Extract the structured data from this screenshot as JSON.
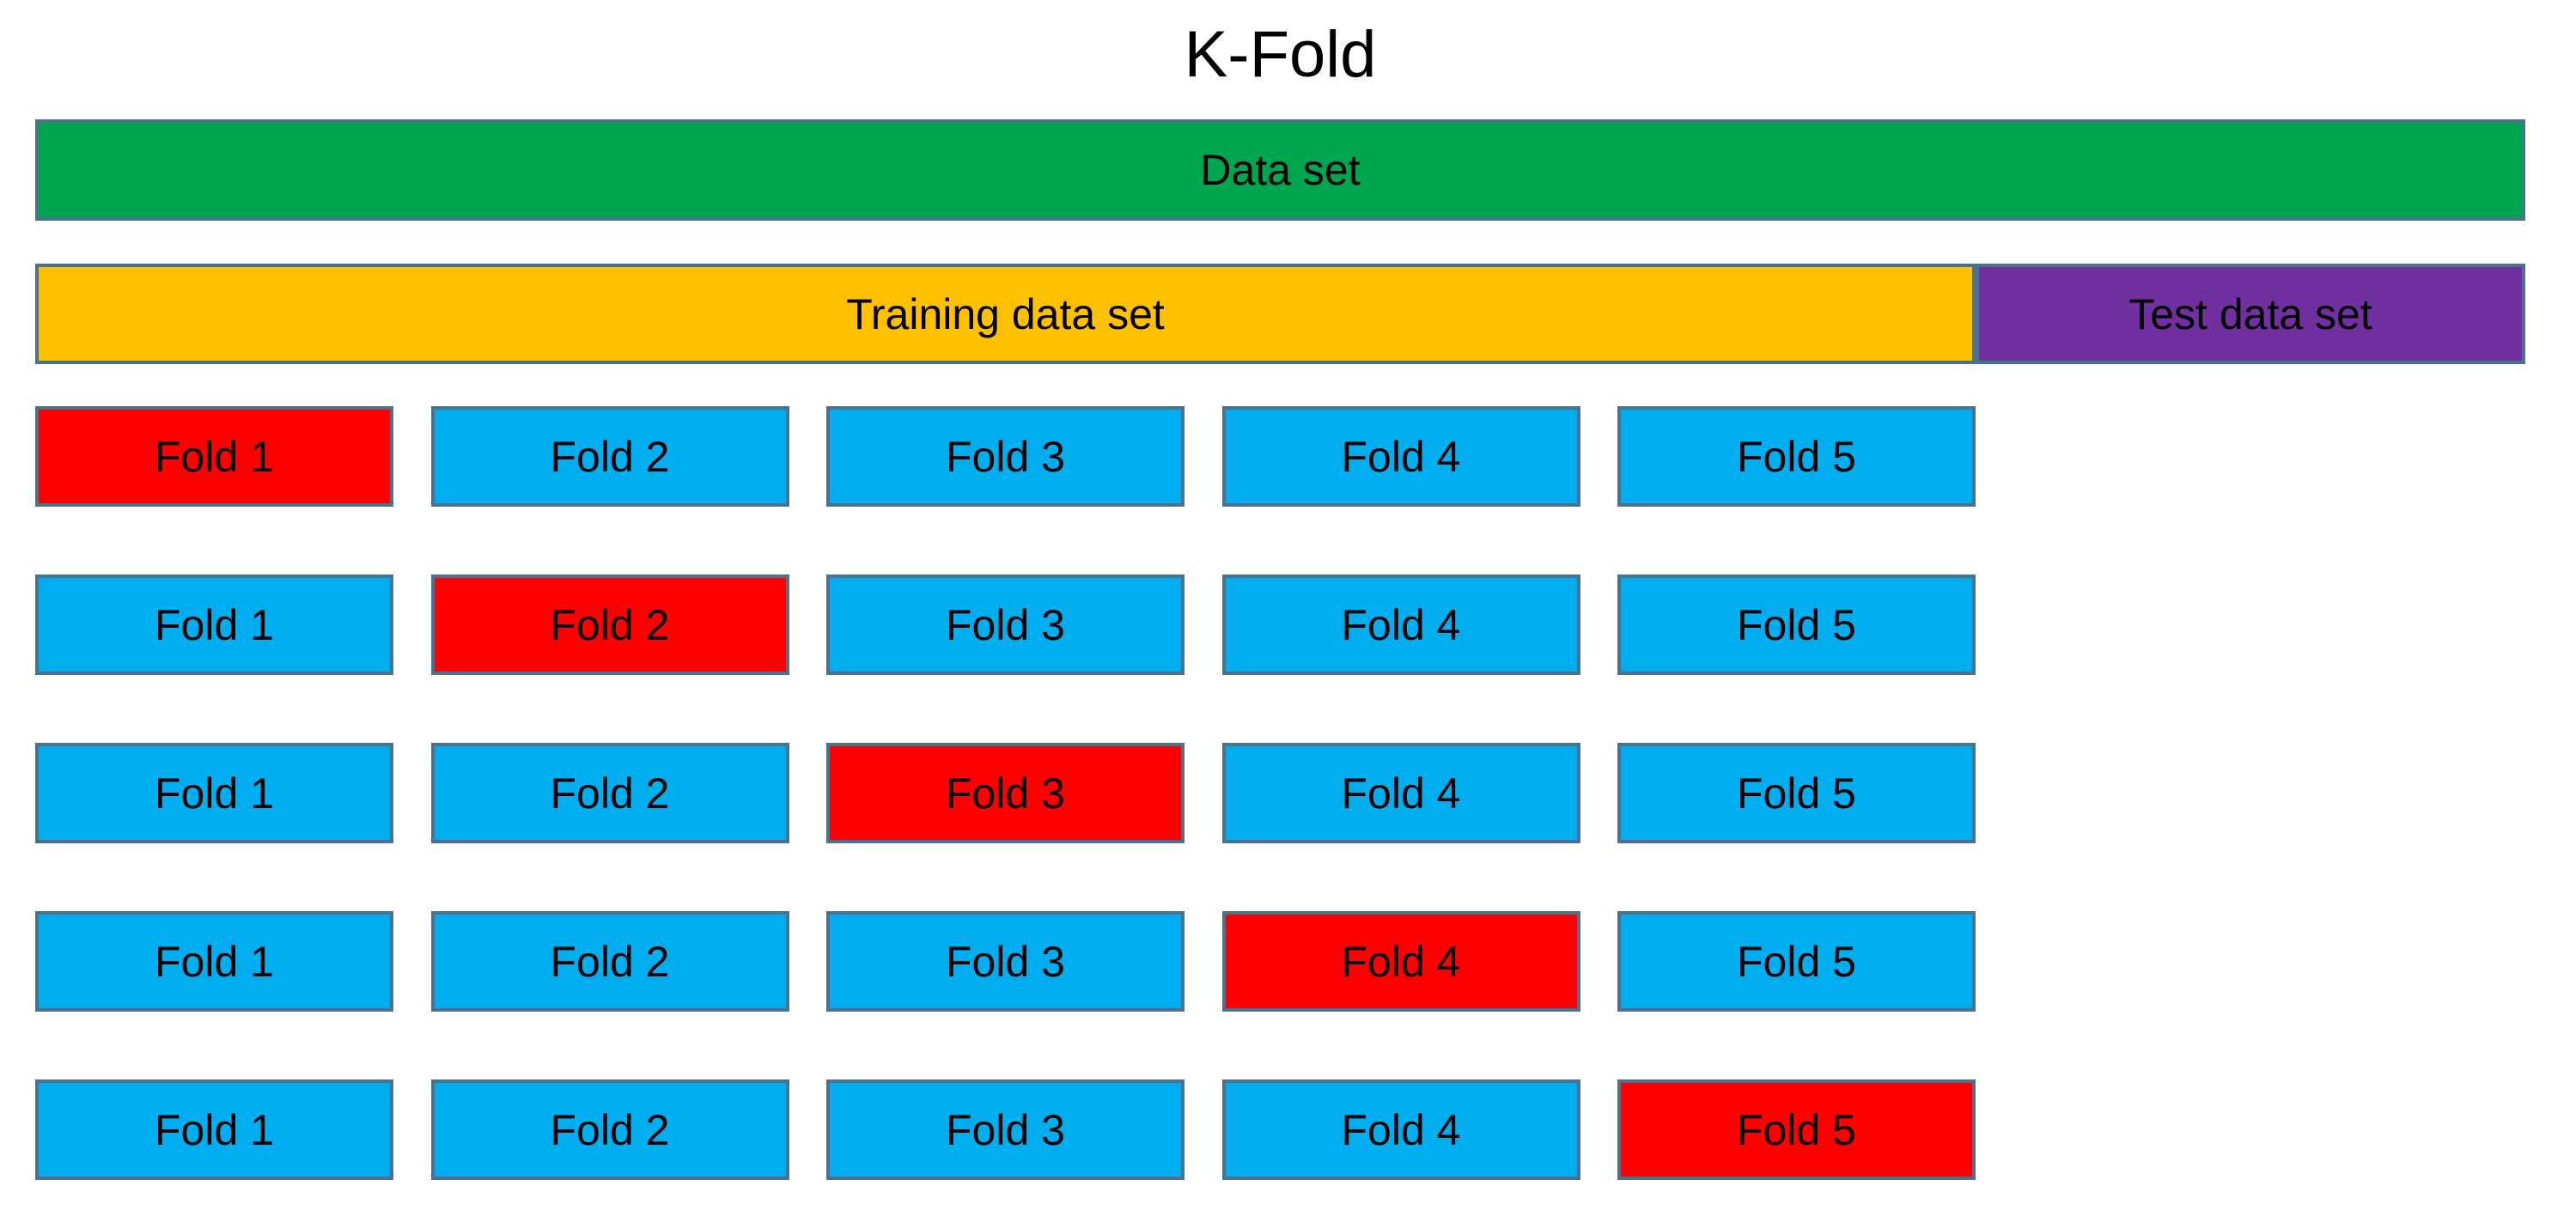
{
  "title": "K-Fold",
  "colors": {
    "background": "#FFFFFF",
    "text": "#000000",
    "border": "#4B718F",
    "dataset_green": "#00A64F",
    "training_gold": "#FFC000",
    "test_purple": "#7030A0",
    "fold_blue": "#00AEEF",
    "fold_red": "#FF0000"
  },
  "bars": {
    "dataset_label": "Data set",
    "training_label": "Training data set",
    "test_label": "Test data set"
  },
  "fold_grid": {
    "rows": [
      {
        "cells": [
          {
            "label": "Fold 1",
            "role": "test"
          },
          {
            "label": "Fold 2",
            "role": "train"
          },
          {
            "label": "Fold 3",
            "role": "train"
          },
          {
            "label": "Fold 4",
            "role": "train"
          },
          {
            "label": "Fold 5",
            "role": "train"
          }
        ]
      },
      {
        "cells": [
          {
            "label": "Fold 1",
            "role": "train"
          },
          {
            "label": "Fold 2",
            "role": "test"
          },
          {
            "label": "Fold 3",
            "role": "train"
          },
          {
            "label": "Fold 4",
            "role": "train"
          },
          {
            "label": "Fold 5",
            "role": "train"
          }
        ]
      },
      {
        "cells": [
          {
            "label": "Fold 1",
            "role": "train"
          },
          {
            "label": "Fold 2",
            "role": "train"
          },
          {
            "label": "Fold 3",
            "role": "test"
          },
          {
            "label": "Fold 4",
            "role": "train"
          },
          {
            "label": "Fold 5",
            "role": "train"
          }
        ]
      },
      {
        "cells": [
          {
            "label": "Fold 1",
            "role": "train"
          },
          {
            "label": "Fold 2",
            "role": "train"
          },
          {
            "label": "Fold 3",
            "role": "train"
          },
          {
            "label": "Fold 4",
            "role": "test"
          },
          {
            "label": "Fold 5",
            "role": "train"
          }
        ]
      },
      {
        "cells": [
          {
            "label": "Fold 1",
            "role": "train"
          },
          {
            "label": "Fold 2",
            "role": "train"
          },
          {
            "label": "Fold 3",
            "role": "train"
          },
          {
            "label": "Fold 4",
            "role": "train"
          },
          {
            "label": "Fold 5",
            "role": "test"
          }
        ]
      }
    ]
  }
}
